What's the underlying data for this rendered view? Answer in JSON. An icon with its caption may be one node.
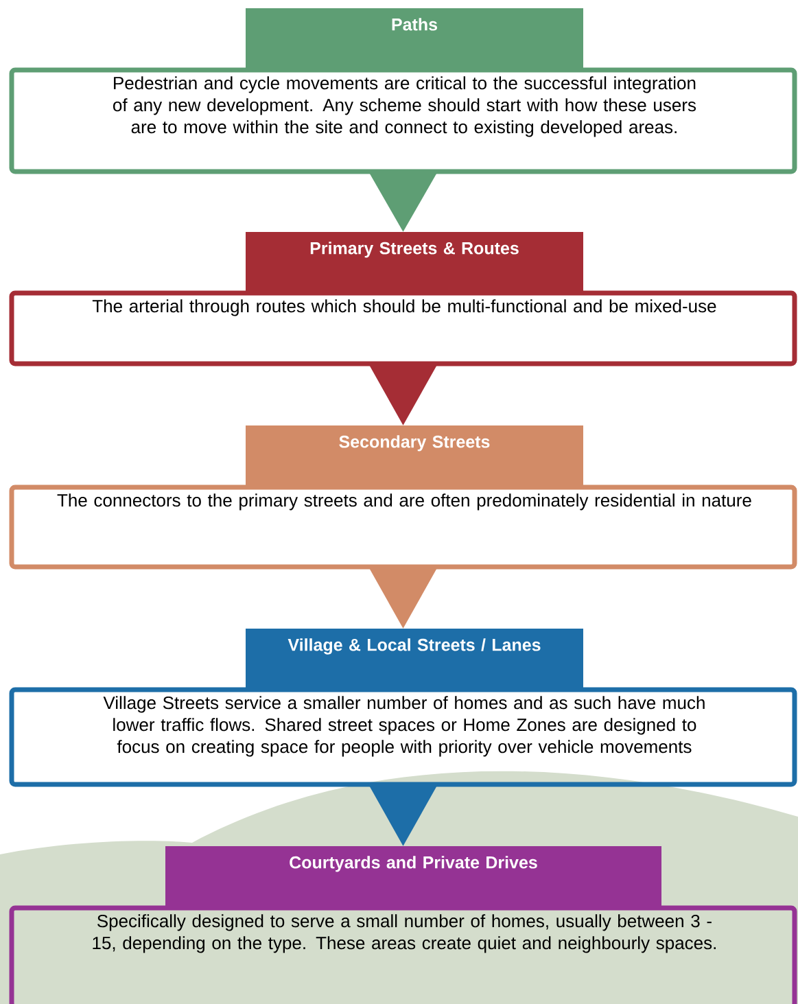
{
  "diagram": {
    "nodes": [
      {
        "text": [
          "Paths",
          "Pedestrian and cycle movements are critical to the successful integration of any new development. Any scheme should start with how these users are to move within the site and connect to existing developed areas."
        ]
      },
      {
        "text": [
          "Primary Streets & Routes",
          "The arterial through routes which should be multi-functional and be mixed-use"
        ]
      },
      {
        "text": [
          "Secondary Streets",
          "The connectors to the primary streets and are often predominately residential in nature"
        ]
      },
      {
        "text": [
          "Village & Local Streets / Lanes",
          "Village Streets service a smaller number of homes and as such have much lower traffic flows. Shared street spaces or Home Zones are designed to focus on creating space for people with priority over vehicle movements"
        ]
      },
      {
        "text": [
          "Courtyards and Private Drives",
          "Specifically designed to serve a small number of homes, usually between 3 - 15, depending on the type. These areas create quiet and neighbourly spaces."
        ]
      }
    ],
    "edges": [
      {
        "from": 0,
        "to": 1,
        "arrow": "to",
        "color": "#5e9e74"
      },
      {
        "from": 1,
        "to": 2,
        "arrow": "to",
        "color": "#a52d35"
      },
      {
        "from": 2,
        "to": 3,
        "arrow": "to",
        "color": "#d28b67"
      },
      {
        "from": 3,
        "to": 4,
        "arrow": "to",
        "color": "#1d6ea8"
      }
    ]
  }
}
